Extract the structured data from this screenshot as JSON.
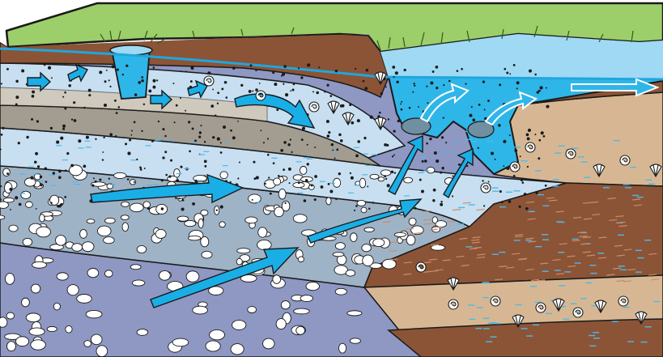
{
  "diagram": {
    "kind": "geologic block cross-section",
    "labels": [],
    "colors": {
      "grass": "#9cce6a",
      "grass_ink": "#2f5a1c",
      "topsoil_clay": "#8b5436",
      "clay_dots": "#c98d6a",
      "limestone": "#d7b793",
      "gray_shale": "#a39c91",
      "sand": "#c7dff1",
      "gravel": "#9fb3c7",
      "pebble": "#ffffff",
      "deep_gravel": "#8e98c3",
      "water": "#2fb6e9",
      "water_light": "#9fd9f3",
      "water_table_line": "#1fa6df",
      "flow_arrow": "#1aaee6",
      "outline": "#1a1a1a",
      "dash_blue": "#4fb9e6",
      "fossil": "#ffffff"
    },
    "icons": {
      "flow_arrows": "thick-arrow",
      "surface_arrows": "open-outline-arrow",
      "fossils": "spiral-shell-and-fan-shell",
      "springs": "boiling-spring-vent"
    }
  }
}
